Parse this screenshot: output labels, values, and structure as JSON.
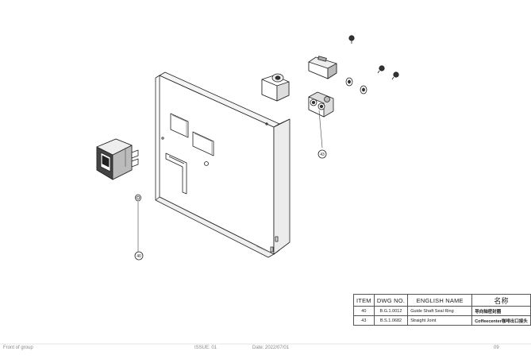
{
  "footer": {
    "left": "Front of group",
    "issue": "ISSUE: 01",
    "date": "Date: 2022/07/01",
    "page": "09"
  },
  "callouts": [
    "40",
    "43"
  ],
  "bom": {
    "headers": {
      "item": "ITEM",
      "dwg_no": "DWG NO.",
      "english_name": "ENGLISH NAME",
      "chinese_name": "名称"
    },
    "rows": [
      {
        "item": "40",
        "dwg_no": "B.G.1.0012",
        "english_name": "Guide Shaft Seal Ring",
        "chinese_name": "导向轴密封圈"
      },
      {
        "item": "43",
        "dwg_no": "B.S.1.0682",
        "english_name": "Straight Joint",
        "chinese_name": "Coffeecenter咖啡出口接头"
      }
    ]
  }
}
